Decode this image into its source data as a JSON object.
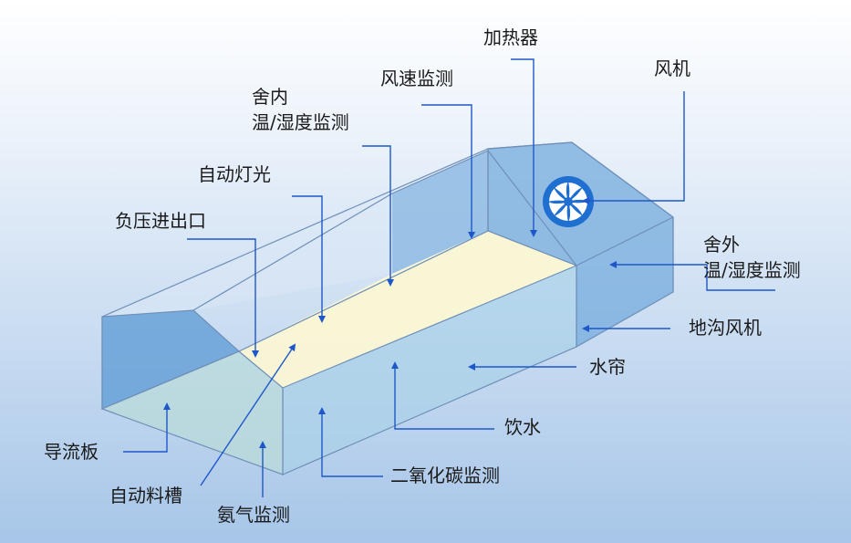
{
  "labels": {
    "heater": "加热器",
    "fan": "风机",
    "wind_speed": "风速监测",
    "inside_line1": "舍内",
    "inside_line2": "温/湿度监测",
    "auto_light": "自动灯光",
    "neg_pressure": "负压进出口",
    "outside_line1": "舍外",
    "outside_line2": "温/湿度监测",
    "floor_fan": "地沟风机",
    "water_curtain": "水帘",
    "drinking": "饮水",
    "deflector": "导流板",
    "co2": "二氧化碳监测",
    "feeder": "自动料槽",
    "ammonia": "氨气监测"
  },
  "colors": {
    "frame": "#6f8fb8",
    "arrow": "#1e57c8",
    "floor": "#fbf7d4",
    "fan_blue": "#1f6fd1"
  },
  "icons": {
    "fan": "fan-icon"
  }
}
